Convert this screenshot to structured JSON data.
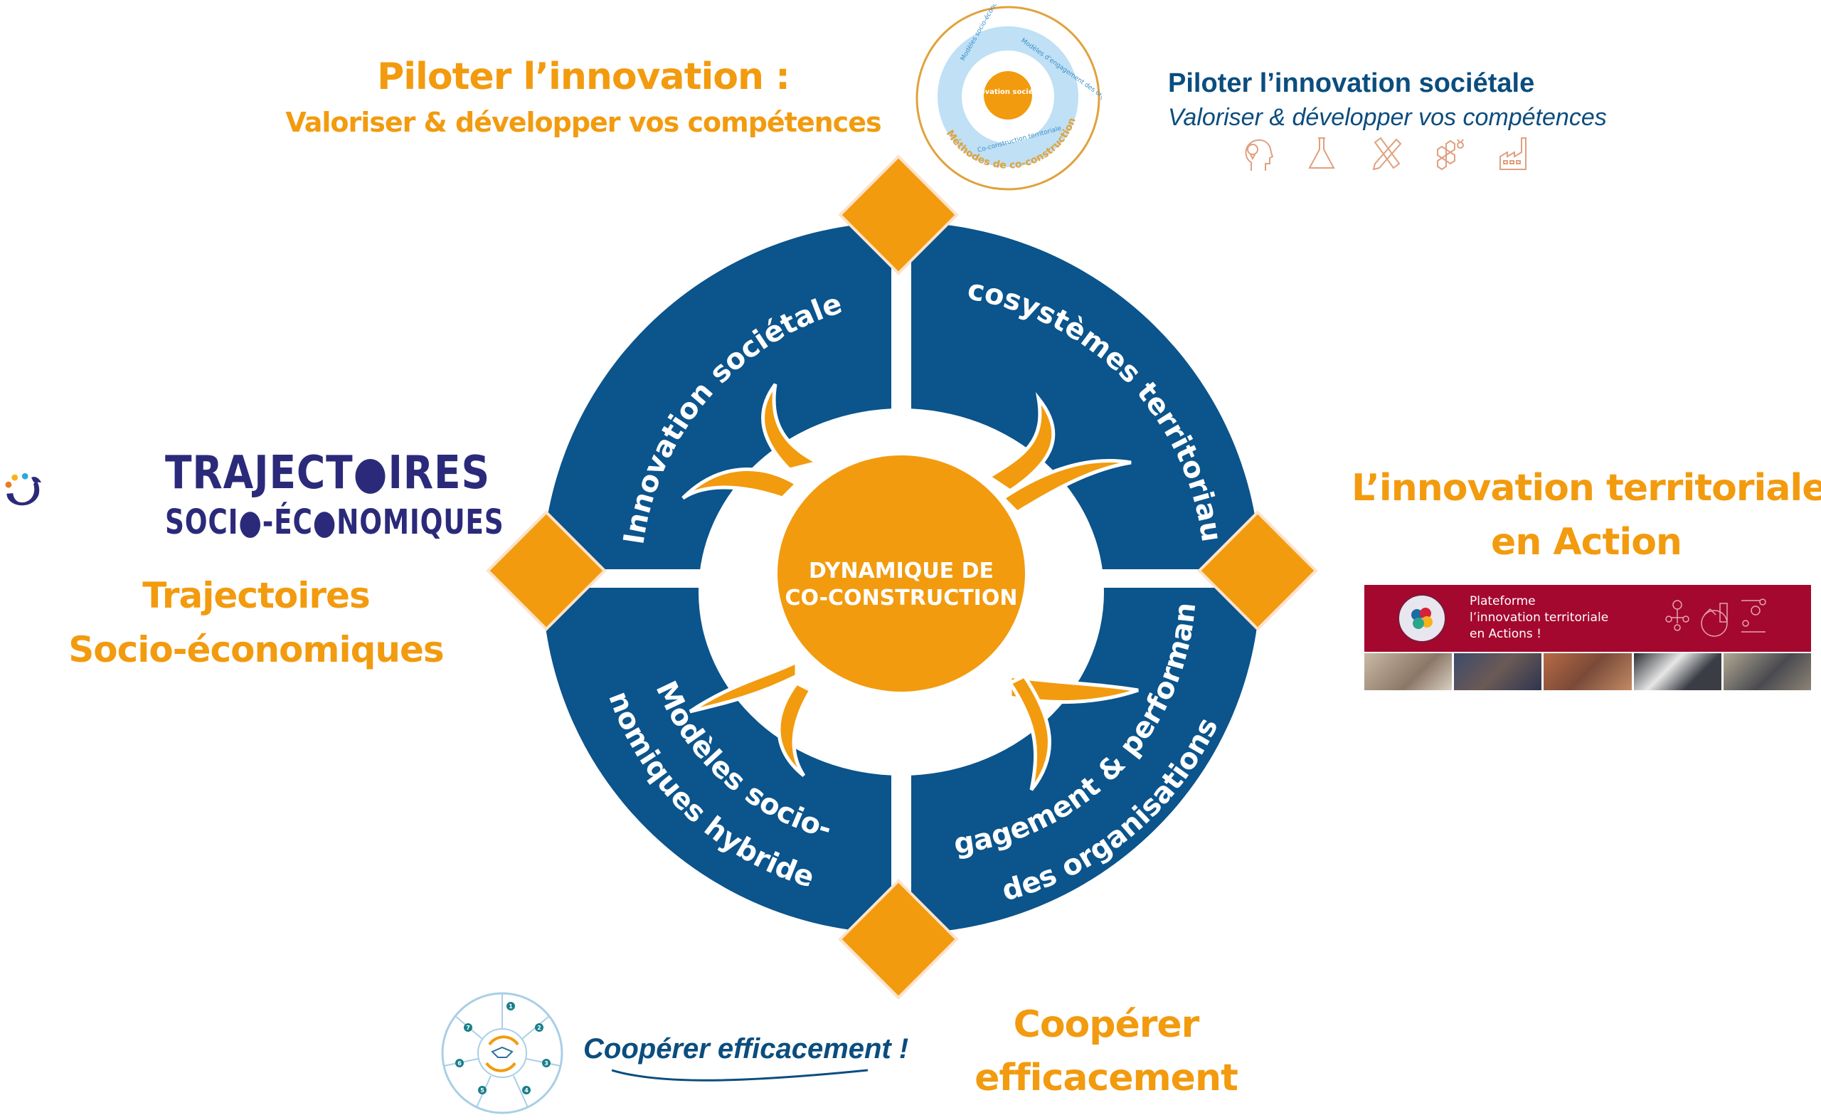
{
  "colors": {
    "orange": "#f29b0f",
    "ring_blue": "#0b548c",
    "navy_text": "#0b4d7e",
    "trajectoires_navy": "#2b2a7a",
    "banner_red": "#a4082e",
    "icon_salmon": "#e0a080",
    "light_blue": "#bfe0f5"
  },
  "headings": {
    "pilot_left_title": "Piloter l’innovation :",
    "pilot_left_sub": "Valoriser & développer vos compétences",
    "trajectoires_line1": "Trajectoires",
    "trajectoires_line2": "Socio-économiques",
    "territoriale_line1": "L’innovation territoriale",
    "territoriale_line2": "en Action",
    "cooperer_line1": "Coopérer",
    "cooperer_line2": "efficacement"
  },
  "pilot_right": {
    "title": "Piloter l’innovation sociétale",
    "subtitle": "Valoriser & développer vos compétences",
    "icons": [
      "head-lightbulb-icon",
      "flask-icon",
      "ruler-pencil-icon",
      "honeycomb-bee-icon",
      "factory-icon"
    ]
  },
  "top_logo": {
    "center": "Innovation sociétale",
    "arrow_1": "Modèles socio-économiques hybrides",
    "arrow_2": "Modèles d’engagement des organisations",
    "arrow_3": "Co-construction territoriale",
    "ring_text": "Méthodes de co-construction"
  },
  "trajectoires_logo": {
    "line1": "TRAJECT●IRES",
    "line2": "SOCI●-ÉC●NOMIQUES"
  },
  "banner": {
    "line1": "Plateforme",
    "line2": "l’innovation territoriale",
    "line3": "en Actions !"
  },
  "cooperer_logo": {
    "tagline": "Coopérer efficacement !",
    "steps": [
      "1",
      "2",
      "3",
      "4",
      "5",
      "6",
      "7"
    ]
  },
  "wheel": {
    "center_line1": "DYNAMIQUE DE",
    "center_line2": "CO-CONSTRUCTION",
    "quadrants": [
      {
        "position": "top-left",
        "lines": [
          "Innovation sociétale"
        ]
      },
      {
        "position": "top-right",
        "lines": [
          "Écosystèmes territoriaux"
        ]
      },
      {
        "position": "bottom-left",
        "lines": [
          "Modèles socio-",
          "nomiques hybrides"
        ]
      },
      {
        "position": "bottom-right",
        "lines": [
          "Engagement & performance",
          "des organisations"
        ]
      }
    ]
  }
}
